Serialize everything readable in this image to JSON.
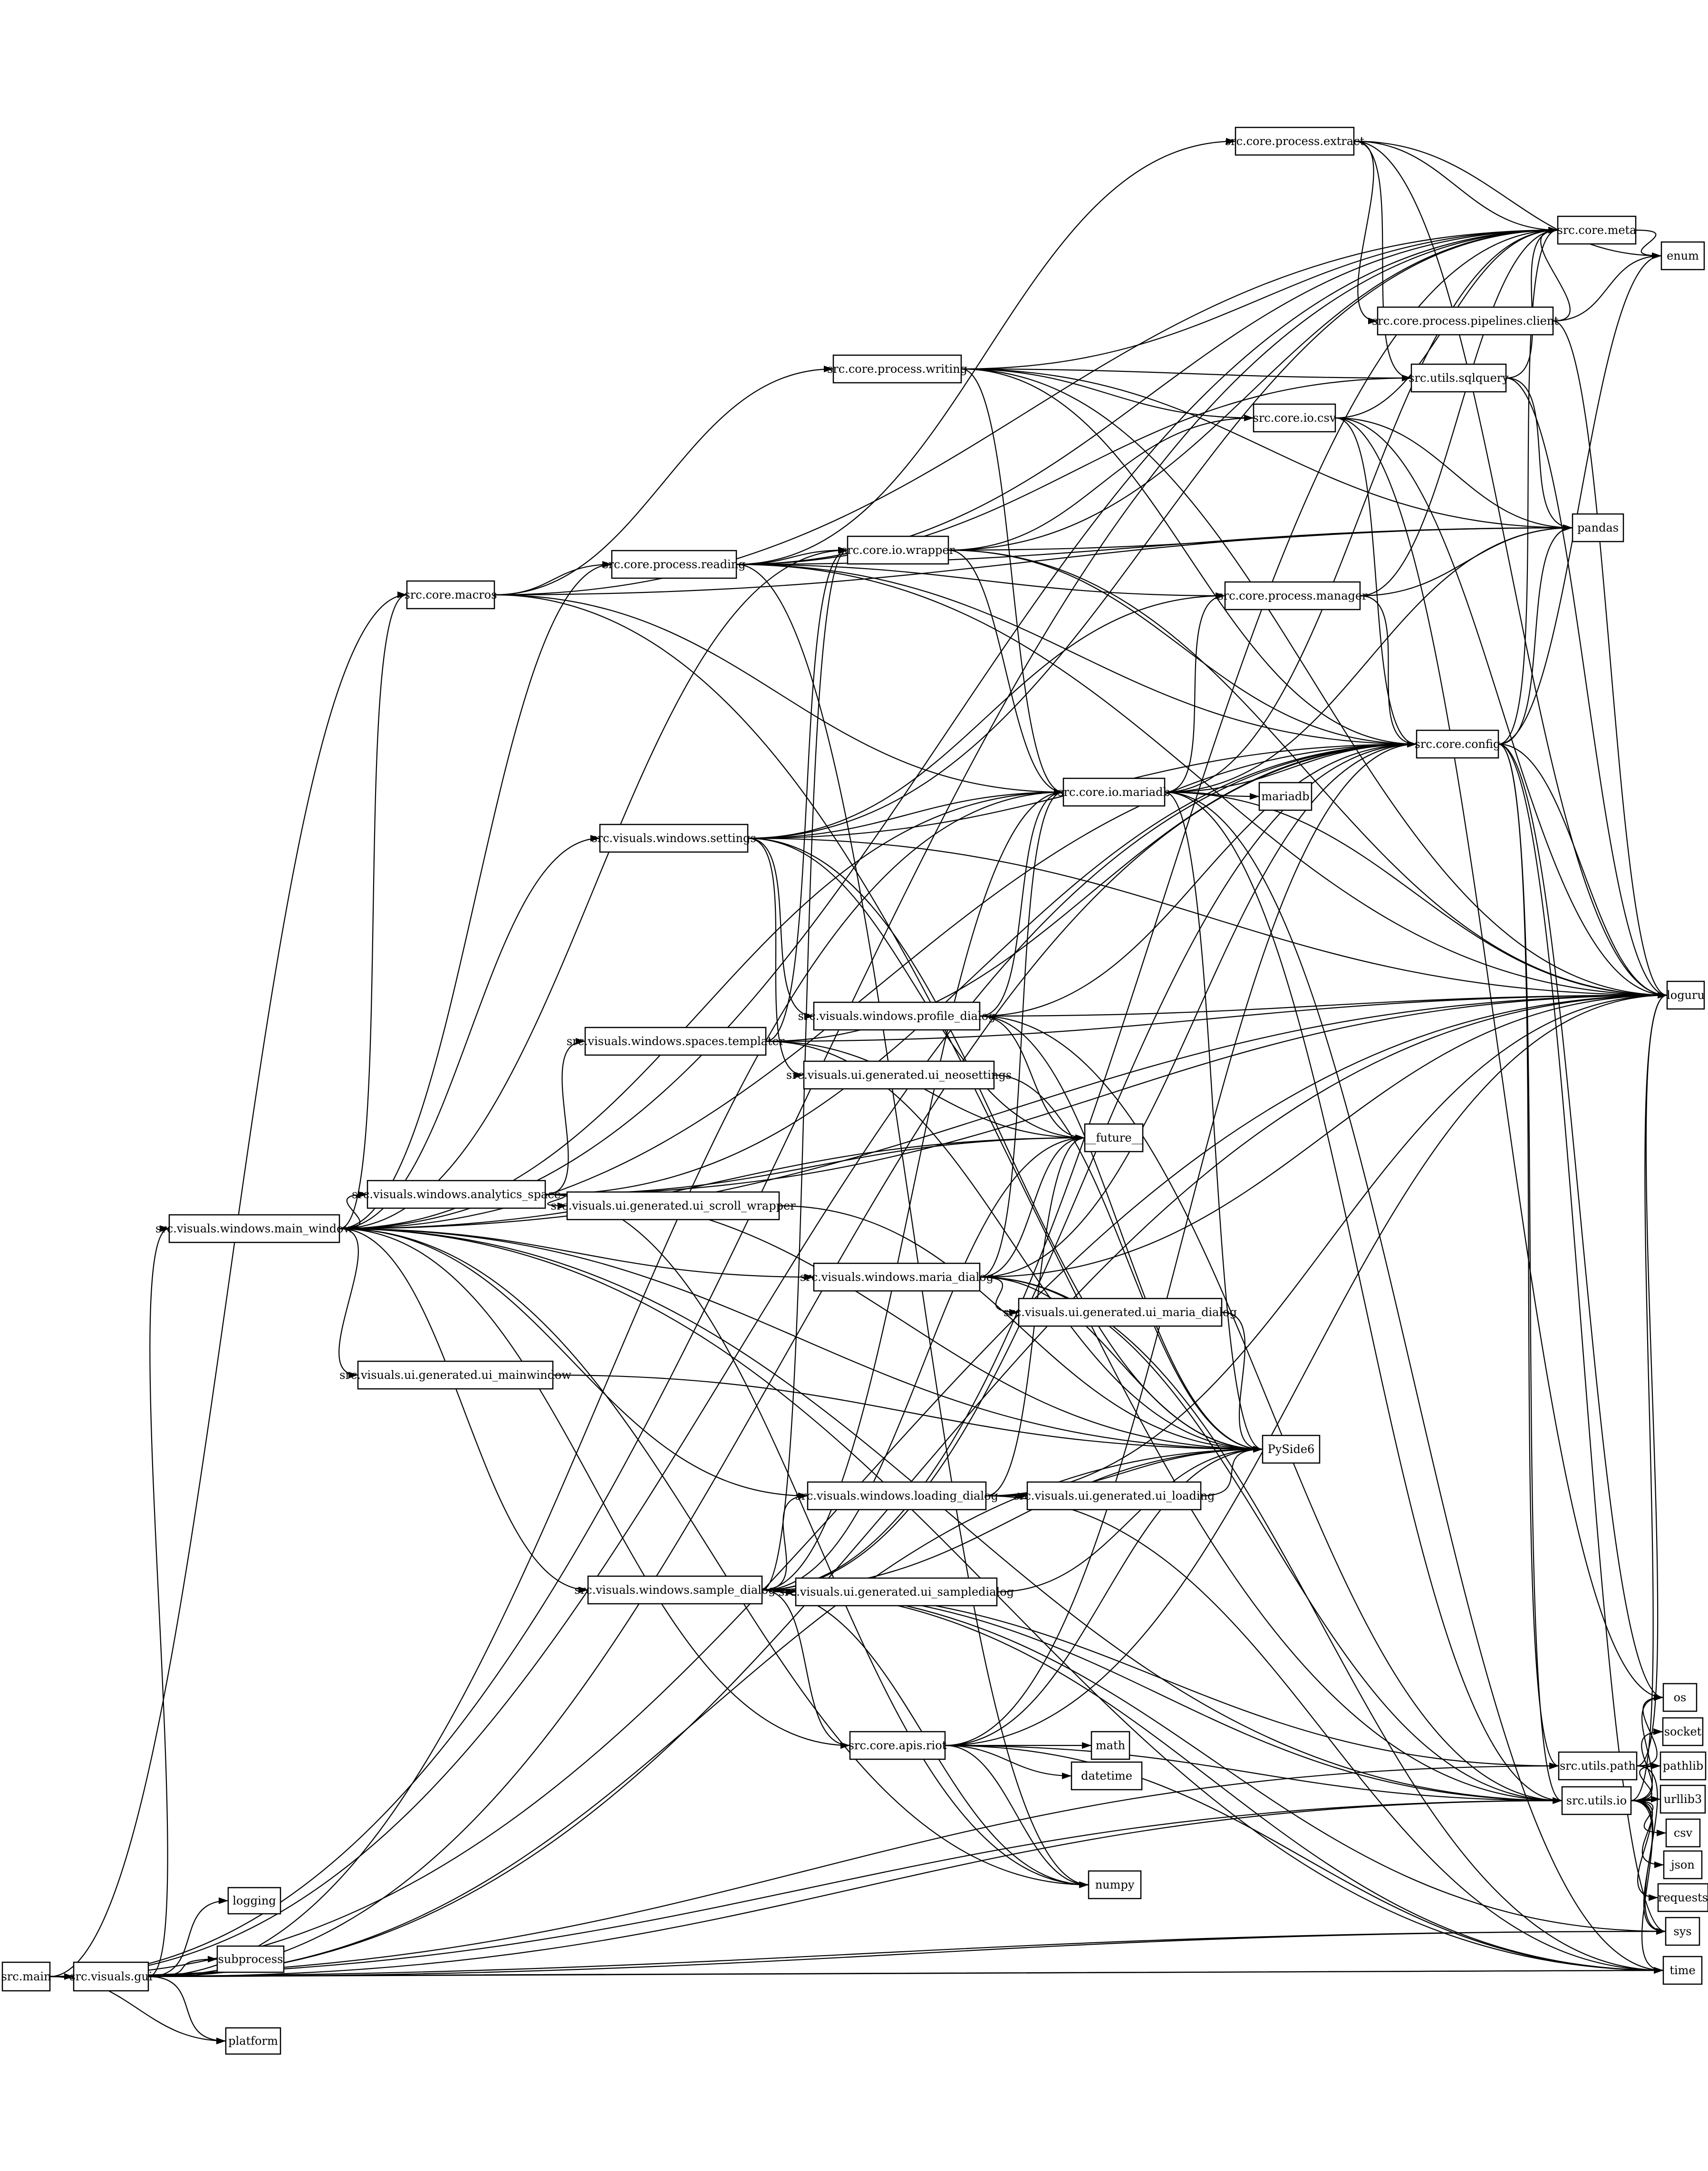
{
  "nodes": [
    {
      "id": "src.main"
    },
    {
      "id": "src.visuals.gui"
    },
    {
      "id": "logging"
    },
    {
      "id": "subprocess"
    },
    {
      "id": "platform"
    },
    {
      "id": "src.core.macros"
    },
    {
      "id": "src.core.process.reading"
    },
    {
      "id": "src.core.io.wrapper"
    },
    {
      "id": "src.core.process.manager"
    },
    {
      "id": "src.core.process.extract"
    },
    {
      "id": "src.core.process.writing"
    },
    {
      "id": "src.core.process.pipelines.client"
    },
    {
      "id": "src.utils.sqlquery"
    },
    {
      "id": "src.core.io.csv"
    },
    {
      "id": "src.core.meta"
    },
    {
      "id": "enum"
    },
    {
      "id": "pandas"
    },
    {
      "id": "src.core.config"
    },
    {
      "id": "src.core.io.mariadb"
    },
    {
      "id": "mariadb"
    },
    {
      "id": "loguru"
    },
    {
      "id": "src.visuals.windows.settings"
    },
    {
      "id": "src.visuals.windows.profile_dialog"
    },
    {
      "id": "src.visuals.windows.spaces.templater"
    },
    {
      "id": "src.visuals.ui.generated.ui_neosettings"
    },
    {
      "id": "__future__"
    },
    {
      "id": "src.visuals.windows.analytics_space"
    },
    {
      "id": "src.visuals.ui.generated.ui_scroll_wrapper"
    },
    {
      "id": "src.visuals.windows.main_window"
    },
    {
      "id": "src.visuals.windows.maria_dialog"
    },
    {
      "id": "src.visuals.ui.generated.ui_maria_dialog"
    },
    {
      "id": "src.visuals.ui.generated.ui_mainwindow"
    },
    {
      "id": "PySide6"
    },
    {
      "id": "src.visuals.windows.loading_dialog"
    },
    {
      "id": "src.visuals.ui.generated.ui_loading"
    },
    {
      "id": "src.visuals.windows.sample_dialog"
    },
    {
      "id": "src.visuals.ui.generated.ui_sampledialog"
    },
    {
      "id": "src.core.apis.riot"
    },
    {
      "id": "math"
    },
    {
      "id": "datetime"
    },
    {
      "id": "numpy"
    },
    {
      "id": "src.utils.path"
    },
    {
      "id": "src.utils.io"
    },
    {
      "id": "os"
    },
    {
      "id": "socket"
    },
    {
      "id": "pathlib"
    },
    {
      "id": "urllib3"
    },
    {
      "id": "csv"
    },
    {
      "id": "json"
    },
    {
      "id": "requests"
    },
    {
      "id": "sys"
    },
    {
      "id": "time"
    }
  ],
  "edges": [
    [
      "src.main",
      "src.visuals.gui"
    ],
    [
      "src.main",
      "src.core.macros"
    ],
    [
      "src.main",
      "src.core.meta"
    ],
    [
      "src.main",
      "src.core.config"
    ],
    [
      "src.main",
      "platform"
    ],
    [
      "src.main",
      "src.utils.path"
    ],
    [
      "src.main",
      "src.utils.io"
    ],
    [
      "src.main",
      "sys"
    ],
    [
      "src.main",
      "time"
    ],
    [
      "src.main",
      "loguru"
    ],
    [
      "src.visuals.gui",
      "logging"
    ],
    [
      "src.visuals.gui",
      "subprocess"
    ],
    [
      "src.visuals.gui",
      "platform"
    ],
    [
      "src.visuals.gui",
      "src.visuals.windows.main_window"
    ],
    [
      "src.visuals.gui",
      "src.core.config"
    ],
    [
      "src.visuals.gui",
      "src.core.io.mariadb"
    ],
    [
      "src.visuals.gui",
      "PySide6"
    ],
    [
      "src.visuals.gui",
      "loguru"
    ],
    [
      "src.visuals.gui",
      "src.utils.io"
    ],
    [
      "src.visuals.gui",
      "sys"
    ],
    [
      "src.visuals.gui",
      "time"
    ],
    [
      "src.core.macros",
      "src.core.process.reading"
    ],
    [
      "src.core.macros",
      "src.core.process.writing"
    ],
    [
      "src.core.macros",
      "src.core.io.mariadb"
    ],
    [
      "src.core.macros",
      "src.core.meta"
    ],
    [
      "src.core.macros",
      "src.utils.io"
    ],
    [
      "src.core.macros",
      "pandas"
    ],
    [
      "src.core.process.reading",
      "src.core.io.wrapper"
    ],
    [
      "src.core.process.reading",
      "src.core.process.manager"
    ],
    [
      "src.core.process.reading",
      "src.core.process.extract"
    ],
    [
      "src.core.process.reading",
      "src.core.meta"
    ],
    [
      "src.core.process.reading",
      "src.core.config"
    ],
    [
      "src.core.process.reading",
      "pandas"
    ],
    [
      "src.core.process.reading",
      "loguru"
    ],
    [
      "src.core.process.reading",
      "numpy"
    ],
    [
      "src.core.process.reading",
      "src.utils.sqlquery"
    ],
    [
      "src.core.io.wrapper",
      "src.core.io.csv"
    ],
    [
      "src.core.io.wrapper",
      "src.core.io.mariadb"
    ],
    [
      "src.core.io.wrapper",
      "src.core.meta"
    ],
    [
      "src.core.io.wrapper",
      "src.core.config"
    ],
    [
      "src.core.io.wrapper",
      "pandas"
    ],
    [
      "src.core.io.wrapper",
      "loguru"
    ],
    [
      "src.core.process.manager",
      "src.core.config"
    ],
    [
      "src.core.process.manager",
      "pandas"
    ],
    [
      "src.core.process.manager",
      "src.core.meta"
    ],
    [
      "src.core.process.extract",
      "src.core.process.pipelines.client"
    ],
    [
      "src.core.process.extract",
      "src.core.meta"
    ],
    [
      "src.core.process.extract",
      "enum"
    ],
    [
      "src.core.process.extract",
      "loguru"
    ],
    [
      "src.core.process.extract",
      "src.utils.sqlquery"
    ],
    [
      "src.core.process.writing",
      "src.core.io.csv"
    ],
    [
      "src.core.process.writing",
      "src.core.io.mariadb"
    ],
    [
      "src.core.process.writing",
      "src.core.meta"
    ],
    [
      "src.core.process.writing",
      "src.core.config"
    ],
    [
      "src.core.process.writing",
      "pandas"
    ],
    [
      "src.core.process.writing",
      "loguru"
    ],
    [
      "src.core.process.writing",
      "src.utils.sqlquery"
    ],
    [
      "src.core.process.pipelines.client",
      "src.core.meta"
    ],
    [
      "src.core.process.pipelines.client",
      "enum"
    ],
    [
      "src.core.process.pipelines.client",
      "loguru"
    ],
    [
      "src.utils.sqlquery",
      "pandas"
    ],
    [
      "src.utils.sqlquery",
      "src.core.meta"
    ],
    [
      "src.utils.sqlquery",
      "loguru"
    ],
    [
      "src.core.io.csv",
      "src.core.meta"
    ],
    [
      "src.core.io.csv",
      "src.core.config"
    ],
    [
      "src.core.io.csv",
      "pandas"
    ],
    [
      "src.core.io.csv",
      "loguru"
    ],
    [
      "src.core.io.csv",
      "os"
    ],
    [
      "src.core.meta",
      "enum"
    ],
    [
      "src.core.config",
      "src.core.meta"
    ],
    [
      "src.core.config",
      "enum"
    ],
    [
      "src.core.config",
      "pandas"
    ],
    [
      "src.core.config",
      "loguru"
    ],
    [
      "src.core.config",
      "src.utils.path"
    ],
    [
      "src.core.config",
      "src.utils.io"
    ],
    [
      "src.core.config",
      "os"
    ],
    [
      "src.core.config",
      "sys"
    ],
    [
      "src.core.io.mariadb",
      "mariadb"
    ],
    [
      "src.core.io.mariadb",
      "src.core.config"
    ],
    [
      "src.core.io.mariadb",
      "src.core.meta"
    ],
    [
      "src.core.io.mariadb",
      "src.core.process.manager"
    ],
    [
      "src.core.io.mariadb",
      "pandas"
    ],
    [
      "src.core.io.mariadb",
      "loguru"
    ],
    [
      "src.core.io.mariadb",
      "src.utils.io"
    ],
    [
      "src.core.io.mariadb",
      "time"
    ],
    [
      "src.core.io.mariadb",
      "PySide6"
    ],
    [
      "src.visuals.windows.settings",
      "src.visuals.windows.profile_dialog"
    ],
    [
      "src.visuals.windows.settings",
      "src.visuals.ui.generated.ui_neosettings"
    ],
    [
      "src.visuals.windows.settings",
      "src.core.io.mariadb"
    ],
    [
      "src.visuals.windows.settings",
      "src.core.config"
    ],
    [
      "src.visuals.windows.settings",
      "src.core.process.manager"
    ],
    [
      "src.visuals.windows.settings",
      "loguru"
    ],
    [
      "src.visuals.windows.settings",
      "PySide6"
    ],
    [
      "src.visuals.windows.settings",
      "__future__"
    ],
    [
      "src.visuals.windows.settings",
      "src.core.meta"
    ],
    [
      "src.visuals.windows.profile_dialog",
      "src.core.io.mariadb"
    ],
    [
      "src.visuals.windows.profile_dialog",
      "src.core.config"
    ],
    [
      "src.visuals.windows.profile_dialog",
      "PySide6"
    ],
    [
      "src.visuals.windows.profile_dialog",
      "__future__"
    ],
    [
      "src.visuals.windows.profile_dialog",
      "loguru"
    ],
    [
      "src.visuals.windows.profile_dialog",
      "src.utils.io"
    ],
    [
      "src.visuals.windows.spaces.templater",
      "src.core.io.wrapper"
    ],
    [
      "src.visuals.windows.spaces.templater",
      "src.core.config"
    ],
    [
      "src.visuals.windows.spaces.templater",
      "__future__"
    ],
    [
      "src.visuals.windows.spaces.templater",
      "PySide6"
    ],
    [
      "src.visuals.windows.spaces.templater",
      "loguru"
    ],
    [
      "src.visuals.ui.generated.ui_neosettings",
      "PySide6"
    ],
    [
      "src.visuals.windows.analytics_space",
      "src.visuals.windows.spaces.templater"
    ],
    [
      "src.visuals.windows.analytics_space",
      "src.visuals.ui.generated.ui_scroll_wrapper"
    ],
    [
      "src.visuals.windows.analytics_space",
      "__future__"
    ],
    [
      "src.visuals.windows.analytics_space",
      "src.core.config"
    ],
    [
      "src.visuals.windows.analytics_space",
      "loguru"
    ],
    [
      "src.visuals.windows.analytics_space",
      "PySide6"
    ],
    [
      "src.visuals.windows.analytics_space",
      "numpy"
    ],
    [
      "src.visuals.ui.generated.ui_scroll_wrapper",
      "PySide6"
    ],
    [
      "src.visuals.windows.main_window",
      "src.core.macros"
    ],
    [
      "src.visuals.windows.main_window",
      "src.core.process.reading"
    ],
    [
      "src.visuals.windows.main_window",
      "src.core.io.wrapper"
    ],
    [
      "src.visuals.windows.main_window",
      "src.core.config"
    ],
    [
      "src.visuals.windows.main_window",
      "src.core.io.mariadb"
    ],
    [
      "src.visuals.windows.main_window",
      "src.core.meta"
    ],
    [
      "src.visuals.windows.main_window",
      "src.visuals.windows.settings"
    ],
    [
      "src.visuals.windows.main_window",
      "src.visuals.windows.analytics_space"
    ],
    [
      "src.visuals.windows.main_window",
      "src.visuals.windows.maria_dialog"
    ],
    [
      "src.visuals.windows.main_window",
      "src.visuals.ui.generated.ui_mainwindow"
    ],
    [
      "src.visuals.windows.main_window",
      "src.visuals.windows.loading_dialog"
    ],
    [
      "src.visuals.windows.main_window",
      "src.visuals.windows.sample_dialog"
    ],
    [
      "src.visuals.windows.main_window",
      "src.core.apis.riot"
    ],
    [
      "src.visuals.windows.main_window",
      "PySide6"
    ],
    [
      "src.visuals.windows.main_window",
      "__future__"
    ],
    [
      "src.visuals.windows.main_window",
      "loguru"
    ],
    [
      "src.visuals.windows.main_window",
      "numpy"
    ],
    [
      "src.visuals.windows.main_window",
      "src.utils.io"
    ],
    [
      "src.visuals.windows.main_window",
      "time"
    ],
    [
      "src.visuals.windows.maria_dialog",
      "src.visuals.ui.generated.ui_maria_dialog"
    ],
    [
      "src.visuals.windows.maria_dialog",
      "src.core.io.mariadb"
    ],
    [
      "src.visuals.windows.maria_dialog",
      "src.core.config"
    ],
    [
      "src.visuals.windows.maria_dialog",
      "PySide6"
    ],
    [
      "src.visuals.windows.maria_dialog",
      "__future__"
    ],
    [
      "src.visuals.windows.maria_dialog",
      "loguru"
    ],
    [
      "src.visuals.windows.maria_dialog",
      "time"
    ],
    [
      "src.visuals.windows.maria_dialog",
      "src.utils.io"
    ],
    [
      "src.visuals.ui.generated.ui_maria_dialog",
      "PySide6"
    ],
    [
      "src.visuals.ui.generated.ui_mainwindow",
      "PySide6"
    ],
    [
      "src.visuals.windows.loading_dialog",
      "src.visuals.ui.generated.ui_loading"
    ],
    [
      "src.visuals.windows.loading_dialog",
      "PySide6"
    ],
    [
      "src.visuals.windows.loading_dialog",
      "__future__"
    ],
    [
      "src.visuals.windows.loading_dialog",
      "loguru"
    ],
    [
      "src.visuals.windows.loading_dialog",
      "time"
    ],
    [
      "src.visuals.ui.generated.ui_loading",
      "PySide6"
    ],
    [
      "src.visuals.windows.sample_dialog",
      "src.visuals.windows.loading_dialog"
    ],
    [
      "src.visuals.windows.sample_dialog",
      "src.visuals.ui.generated.ui_sampledialog"
    ],
    [
      "src.visuals.windows.sample_dialog",
      "src.core.apis.riot"
    ],
    [
      "src.visuals.windows.sample_dialog",
      "src.core.io.mariadb"
    ],
    [
      "src.visuals.windows.sample_dialog",
      "src.core.io.wrapper"
    ],
    [
      "src.visuals.windows.sample_dialog",
      "src.core.meta"
    ],
    [
      "src.visuals.windows.sample_dialog",
      "src.core.config"
    ],
    [
      "src.visuals.windows.sample_dialog",
      "PySide6"
    ],
    [
      "src.visuals.windows.sample_dialog",
      "__future__"
    ],
    [
      "src.visuals.windows.sample_dialog",
      "numpy"
    ],
    [
      "src.visuals.windows.sample_dialog",
      "src.utils.io"
    ],
    [
      "src.visuals.windows.sample_dialog",
      "src.utils.path"
    ],
    [
      "src.visuals.windows.sample_dialog",
      "sys"
    ],
    [
      "src.visuals.windows.sample_dialog",
      "time"
    ],
    [
      "src.visuals.ui.generated.ui_sampledialog",
      "PySide6"
    ],
    [
      "src.core.apis.riot",
      "math"
    ],
    [
      "src.core.apis.riot",
      "datetime"
    ],
    [
      "src.core.apis.riot",
      "numpy"
    ],
    [
      "src.core.apis.riot",
      "src.core.config"
    ],
    [
      "src.core.apis.riot",
      "loguru"
    ],
    [
      "src.core.apis.riot",
      "src.utils.io"
    ],
    [
      "src.core.apis.riot",
      "time"
    ],
    [
      "src.core.apis.riot",
      "PySide6"
    ],
    [
      "src.utils.path",
      "os"
    ],
    [
      "src.utils.path",
      "pathlib"
    ],
    [
      "src.utils.path",
      "loguru"
    ],
    [
      "src.utils.path",
      "sys"
    ],
    [
      "src.utils.io",
      "os"
    ],
    [
      "src.utils.io",
      "socket"
    ],
    [
      "src.utils.io",
      "pathlib"
    ],
    [
      "src.utils.io",
      "urllib3"
    ],
    [
      "src.utils.io",
      "csv"
    ],
    [
      "src.utils.io",
      "json"
    ],
    [
      "src.utils.io",
      "requests"
    ],
    [
      "src.utils.io",
      "sys"
    ],
    [
      "src.utils.io",
      "time"
    ],
    [
      "src.utils.io",
      "loguru"
    ]
  ]
}
